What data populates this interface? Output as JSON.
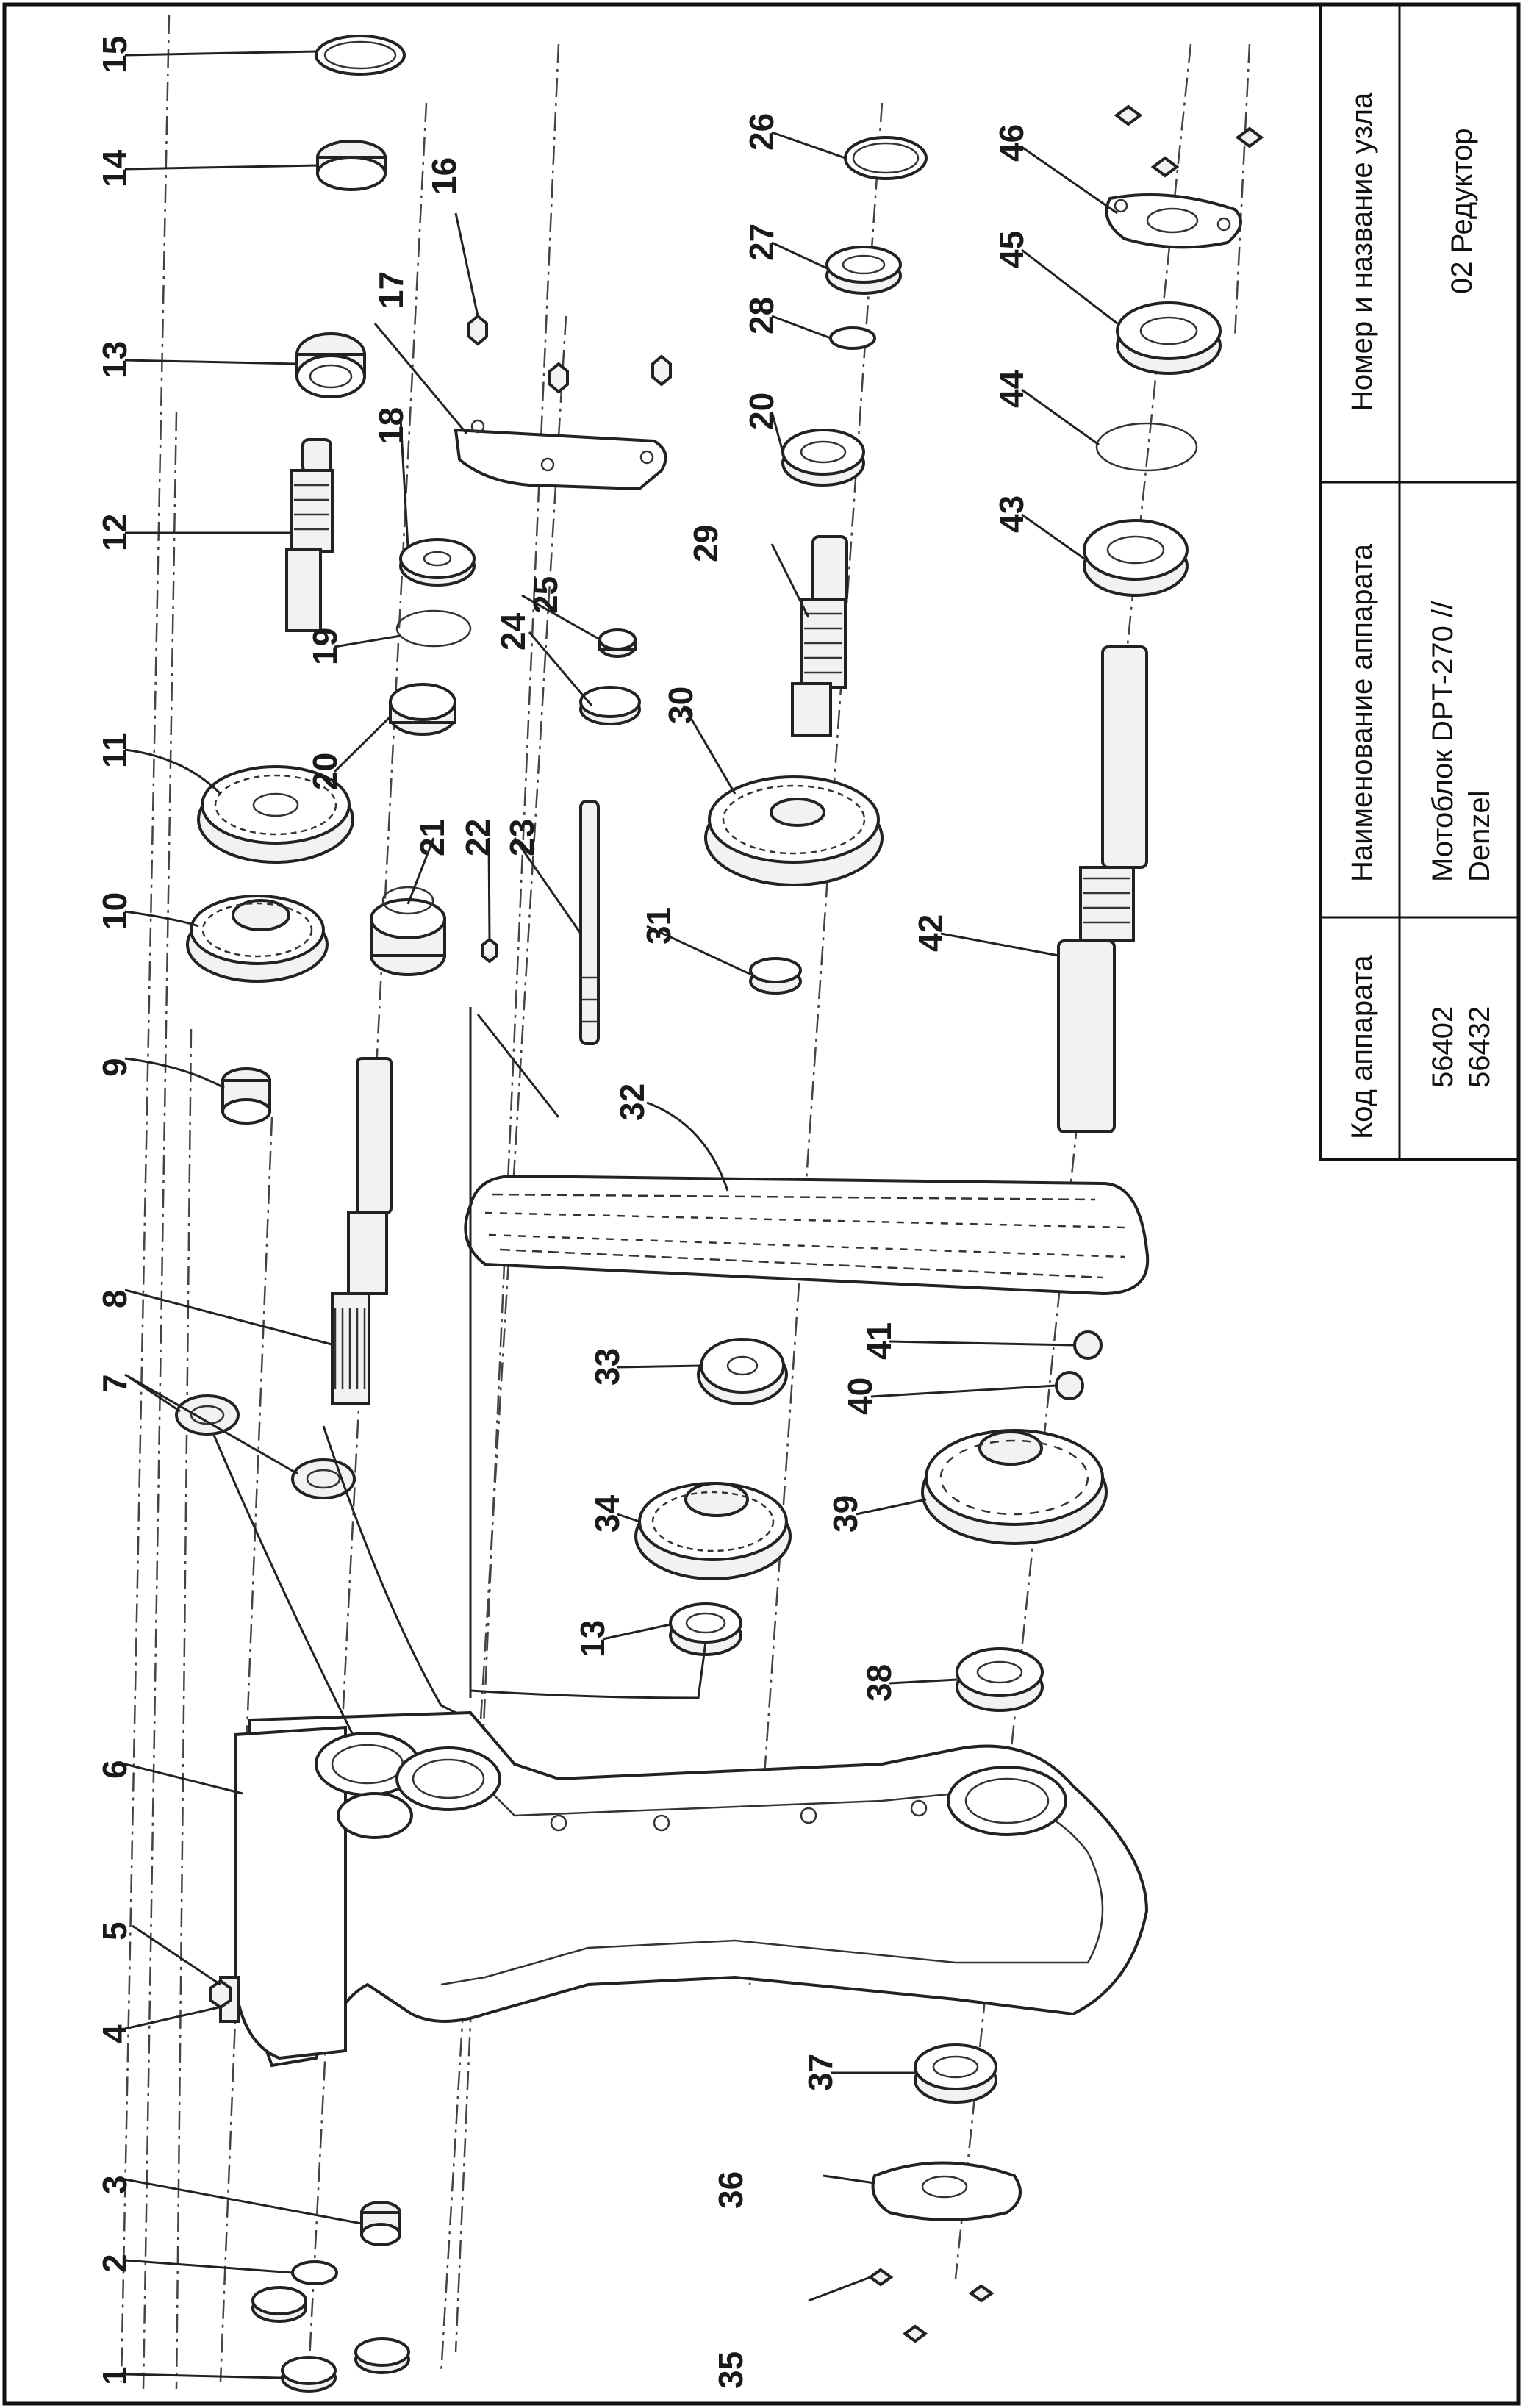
{
  "title_block": {
    "code_header": "Код аппарата",
    "codes": [
      "56402",
      "56432"
    ],
    "device_header": "Наименование аппарата",
    "device_name": [
      "Мотоблок DPT-270 //",
      "Denzel"
    ],
    "unit_header": "Номер и название узла",
    "unit_name": "02 Редуктор"
  },
  "callouts": [
    "1",
    "2",
    "3",
    "4",
    "5",
    "6",
    "7",
    "8",
    "9",
    "10",
    "11",
    "12",
    "13",
    "13",
    "14",
    "15",
    "16",
    "17",
    "18",
    "19",
    "20",
    "20",
    "21",
    "22",
    "23",
    "24",
    "25",
    "26",
    "27",
    "28",
    "29",
    "30",
    "31",
    "32",
    "33",
    "34",
    "35",
    "36",
    "37",
    "38",
    "39",
    "40",
    "41",
    "42",
    "43",
    "44",
    "45",
    "46"
  ]
}
